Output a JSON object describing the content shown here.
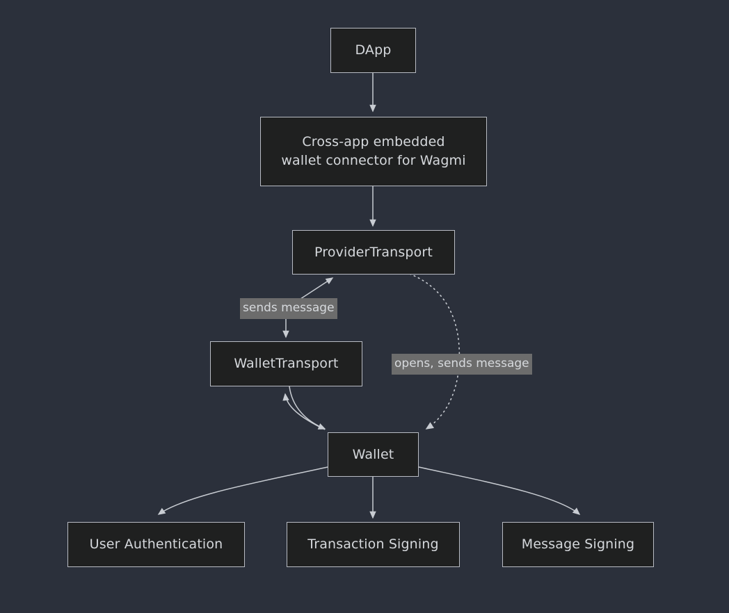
{
  "diagram": {
    "type": "flowchart",
    "direction": "top-down",
    "background_color": "#2b303b",
    "node_fill_color": "#1f2020",
    "node_border_color": "#b9bcc4",
    "text_color": "#d5d8dc",
    "edge_color": "#c8ccd2",
    "edge_label_background": "#6c6c6c",
    "nodes": [
      {
        "id": "dapp",
        "label": "DApp"
      },
      {
        "id": "connector",
        "label": "Cross-app embedded\nwallet connector for Wagmi"
      },
      {
        "id": "provider_transport",
        "label": "ProviderTransport"
      },
      {
        "id": "wallet_transport",
        "label": "WalletTransport"
      },
      {
        "id": "wallet",
        "label": "Wallet"
      },
      {
        "id": "user_authentication",
        "label": "User Authentication"
      },
      {
        "id": "transaction_signing",
        "label": "Transaction Signing"
      },
      {
        "id": "message_signing",
        "label": "Message Signing"
      }
    ],
    "edges": [
      {
        "from": "dapp",
        "to": "connector",
        "label": "",
        "style": "solid"
      },
      {
        "from": "connector",
        "to": "provider_transport",
        "label": "",
        "style": "solid"
      },
      {
        "from": "provider_transport",
        "to": "wallet_transport",
        "label": "sends message",
        "style": "solid"
      },
      {
        "from": "wallet_transport",
        "to": "provider_transport",
        "label": "",
        "style": "solid"
      },
      {
        "from": "provider_transport",
        "to": "wallet",
        "label": "opens, sends message",
        "style": "dotted"
      },
      {
        "from": "wallet_transport",
        "to": "wallet",
        "label": "",
        "style": "solid"
      },
      {
        "from": "wallet",
        "to": "wallet_transport",
        "label": "",
        "style": "solid"
      },
      {
        "from": "wallet",
        "to": "user_authentication",
        "label": "",
        "style": "solid"
      },
      {
        "from": "wallet",
        "to": "transaction_signing",
        "label": "",
        "style": "solid"
      },
      {
        "from": "wallet",
        "to": "message_signing",
        "label": "",
        "style": "solid"
      }
    ],
    "edge_labels": {
      "sends_message": "sends message",
      "opens_sends_message": "opens, sends message"
    }
  }
}
